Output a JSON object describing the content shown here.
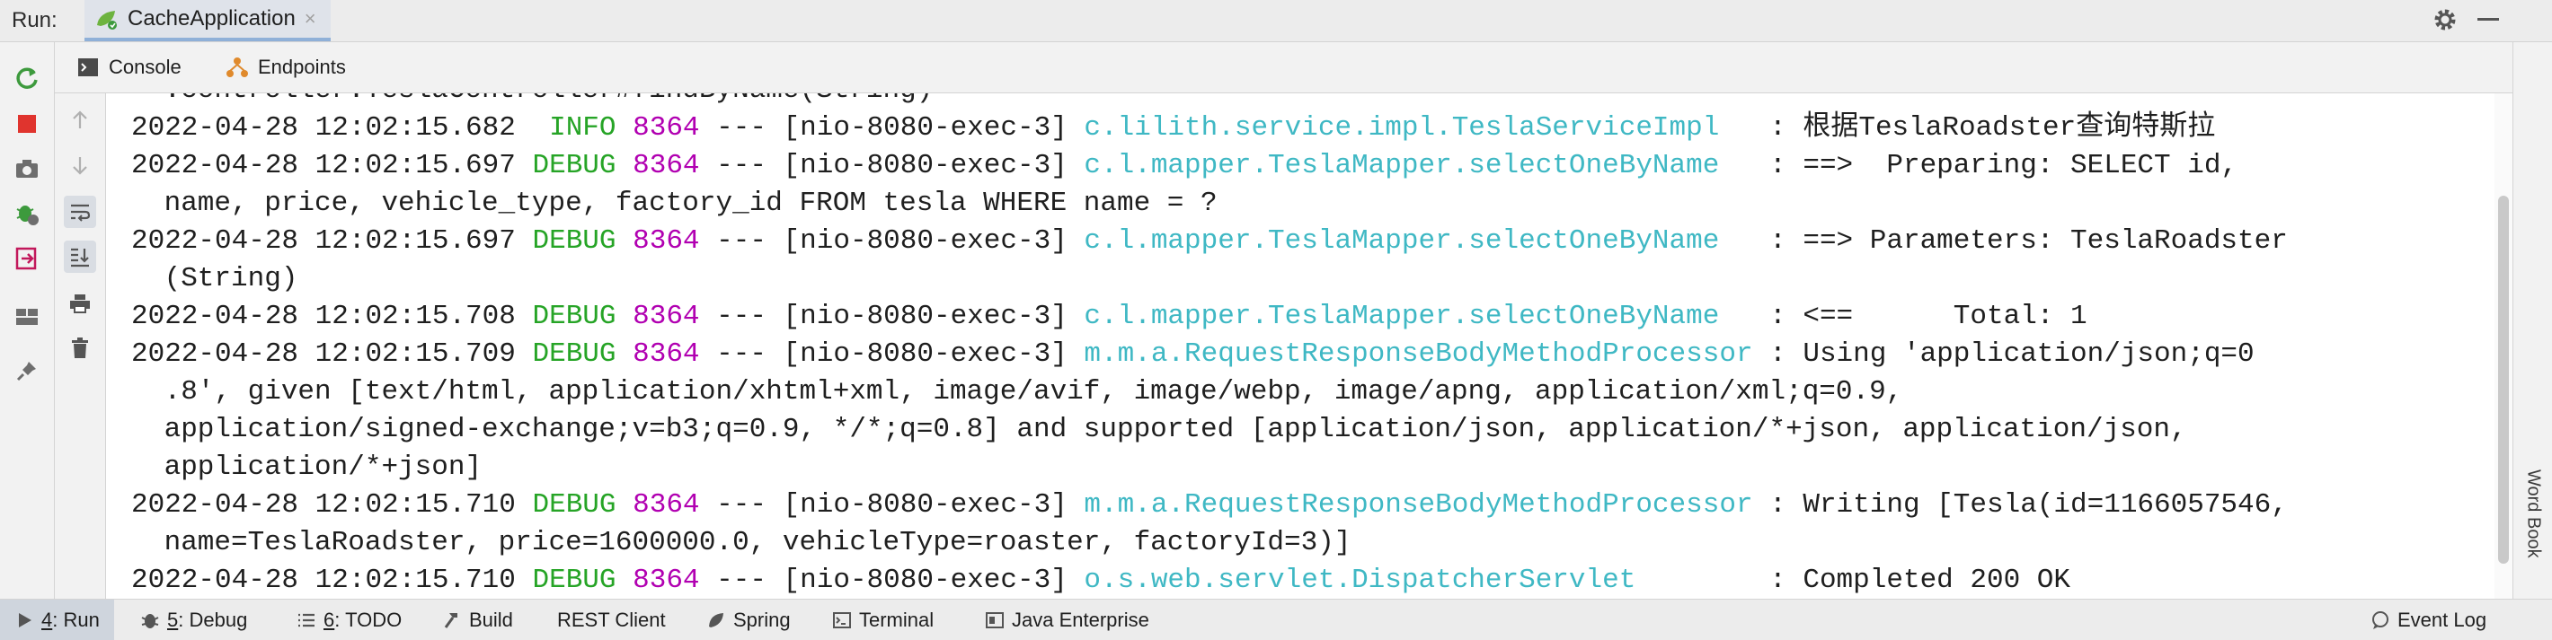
{
  "title_bar": {
    "run_label": "Run:",
    "tab_title": "CacheApplication",
    "tab_close": "×"
  },
  "tool_tabs": {
    "console": "Console",
    "endpoints": "Endpoints"
  },
  "console": {
    "clipped_top": " .controller.TeslaController#findByName(String)",
    "lines": [
      {
        "ts": "2022-04-28 12:02:15.682",
        "level": " INFO",
        "pid": "8364",
        "sep": " --- ",
        "thread": "[nio-8080-exec-3]",
        "logger": "c.lilith.service.impl.TeslaServiceImpl  ",
        "msg": " : 根据TeslaRoadster查询特斯拉"
      },
      {
        "ts": "2022-04-28 12:02:15.697",
        "level": "DEBUG",
        "pid": "8364",
        "sep": " --- ",
        "thread": "[nio-8080-exec-3]",
        "logger": "c.l.mapper.TeslaMapper.selectOneByName  ",
        "msg": " : ==>  Preparing: SELECT id,"
      },
      {
        "cont": " name, price, vehicle_type, factory_id FROM tesla WHERE name = ?"
      },
      {
        "ts": "2022-04-28 12:02:15.697",
        "level": "DEBUG",
        "pid": "8364",
        "sep": " --- ",
        "thread": "[nio-8080-exec-3]",
        "logger": "c.l.mapper.TeslaMapper.selectOneByName  ",
        "msg": " : ==> Parameters: TeslaRoadster"
      },
      {
        "cont": " (String)"
      },
      {
        "ts": "2022-04-28 12:02:15.708",
        "level": "DEBUG",
        "pid": "8364",
        "sep": " --- ",
        "thread": "[nio-8080-exec-3]",
        "logger": "c.l.mapper.TeslaMapper.selectOneByName  ",
        "msg": " : <==      Total: 1"
      },
      {
        "ts": "2022-04-28 12:02:15.709",
        "level": "DEBUG",
        "pid": "8364",
        "sep": " --- ",
        "thread": "[nio-8080-exec-3]",
        "logger": "m.m.a.RequestResponseBodyMethodProcessor",
        "msg": " : Using 'application/json;q=0"
      },
      {
        "cont": " .8', given [text/html, application/xhtml+xml, image/avif, image/webp, image/apng, application/xml;q=0.9,"
      },
      {
        "cont": " application/signed-exchange;v=b3;q=0.9, */*;q=0.8] and supported [application/json, application/*+json, application/json,"
      },
      {
        "cont": " application/*+json]"
      },
      {
        "ts": "2022-04-28 12:02:15.710",
        "level": "DEBUG",
        "pid": "8364",
        "sep": " --- ",
        "thread": "[nio-8080-exec-3]",
        "logger": "m.m.a.RequestResponseBodyMethodProcessor",
        "msg": " : Writing [Tesla(id=1166057546,"
      },
      {
        "cont": " name=TeslaRoadster, price=1600000.0, vehicleType=roaster, factoryId=3)]"
      },
      {
        "ts": "2022-04-28 12:02:15.710",
        "level": "DEBUG",
        "pid": "8364",
        "sep": " --- ",
        "thread": "[nio-8080-exec-3]",
        "logger": "o.s.web.servlet.DispatcherServlet       ",
        "msg": " : Completed 200 OK"
      }
    ]
  },
  "right_panel": {
    "word_book": "Word Book"
  },
  "status_bar": {
    "run_num": "4",
    "run_label": ": Run",
    "debug_num": "5",
    "debug_label": ": Debug",
    "todo_num": "6",
    "todo_label": ": TODO",
    "build": "Build",
    "rest_client": "REST Client",
    "spring": "Spring",
    "terminal": "Terminal",
    "java_enterprise": "Java Enterprise",
    "event_log": "Event Log"
  },
  "colors": {
    "log_level": "#26a426",
    "pid": "#b100b1",
    "logger": "#3fb8c4",
    "stop_button": "#e0342e",
    "rerun_button": "#3d9a3d"
  }
}
